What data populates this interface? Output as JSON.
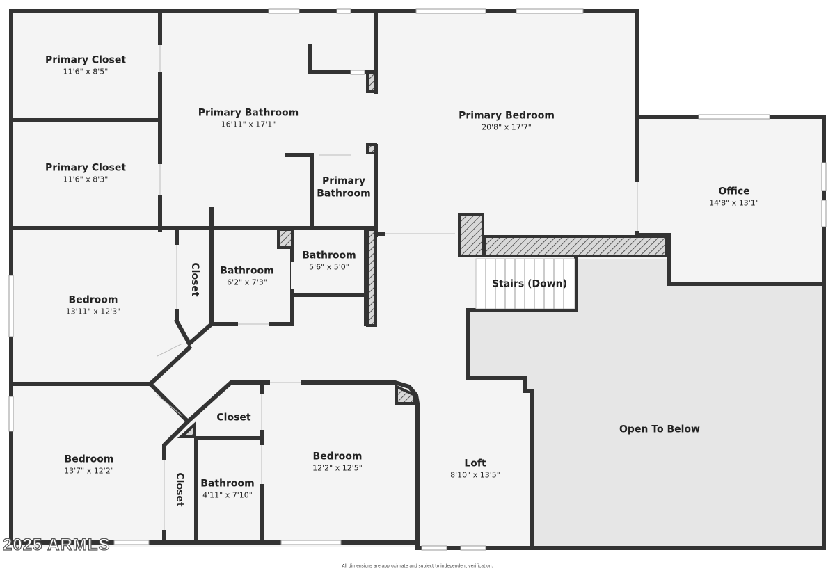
{
  "colors": {
    "wall": "#333333",
    "floor": "#f4f4f4",
    "open_to_below": "#e6e6e6",
    "window": "#ffffff",
    "hatch": "#555555"
  },
  "rooms": {
    "primary_closet_1": {
      "name": "Primary Closet",
      "dims": "11'6\" x 8'5\""
    },
    "primary_closet_2": {
      "name": "Primary Closet",
      "dims": "11'6\" x 8'3\""
    },
    "primary_bathroom": {
      "name": "Primary Bathroom",
      "dims": "16'11\" x 17'1\""
    },
    "primary_bathroom_small_line1": "Primary",
    "primary_bathroom_small_line2": "Bathroom",
    "primary_bedroom": {
      "name": "Primary Bedroom",
      "dims": "20'8\" x 17'7\""
    },
    "office": {
      "name": "Office",
      "dims": "14'8\" x 13'1\""
    },
    "bedroom_1": {
      "name": "Bedroom",
      "dims": "13'11\" x 12'3\""
    },
    "closet_1": {
      "name": "Closet"
    },
    "bathroom_1": {
      "name": "Bathroom",
      "dims": "6'2\" x 7'3\""
    },
    "bathroom_2": {
      "name": "Bathroom",
      "dims": "5'6\" x 5'0\""
    },
    "stairs": {
      "name": "Stairs (Down)"
    },
    "bedroom_2": {
      "name": "Bedroom",
      "dims": "13'7\" x 12'2\""
    },
    "closet_2": {
      "name": "Closet"
    },
    "closet_3": {
      "name": "Closet"
    },
    "bathroom_3": {
      "name": "Bathroom",
      "dims": "4'11\" x 7'10\""
    },
    "bedroom_3": {
      "name": "Bedroom",
      "dims": "12'2\" x 12'5\""
    },
    "loft": {
      "name": "Loft",
      "dims": "8'10\" x 13'5\""
    },
    "open_to_below": {
      "name": "Open To Below"
    }
  },
  "watermark": "2025 ARMLS",
  "disclaimer": "All dimensions are approximate and subject to independent verification."
}
